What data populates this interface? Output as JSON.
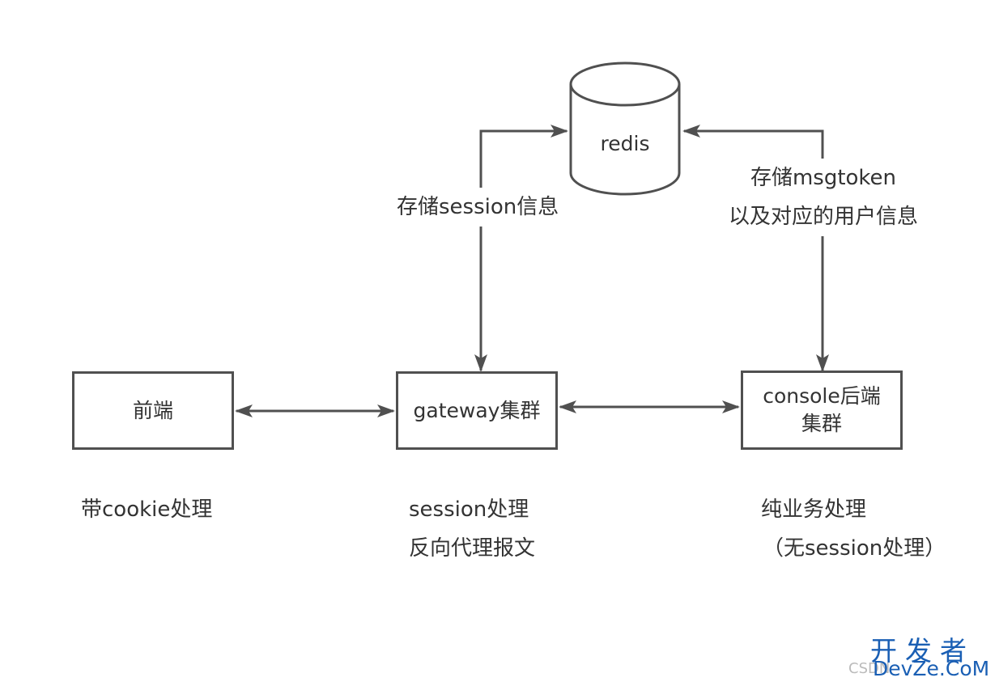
{
  "nodes": {
    "redis": "redis",
    "frontend": "前端",
    "gateway": "gateway集群",
    "console_line1": "console后端",
    "console_line2": "集群"
  },
  "edge_labels": {
    "gateway_redis": "存储session信息",
    "console_redis_line1": "存储msgtoken",
    "console_redis_line2": "以及对应的用户信息"
  },
  "notes": {
    "frontend": "带cookie处理",
    "gateway_line1": "session处理",
    "gateway_line2": "反向代理报文",
    "console_line1": "纯业务处理",
    "console_line2": "（无session处理）"
  },
  "watermark": {
    "cn": "开发者",
    "en": "DevZe.CoM",
    "csdn": "CSDN"
  },
  "colors": {
    "stroke": "#505050",
    "text": "#333333",
    "watermark": "#1a5fb4"
  }
}
